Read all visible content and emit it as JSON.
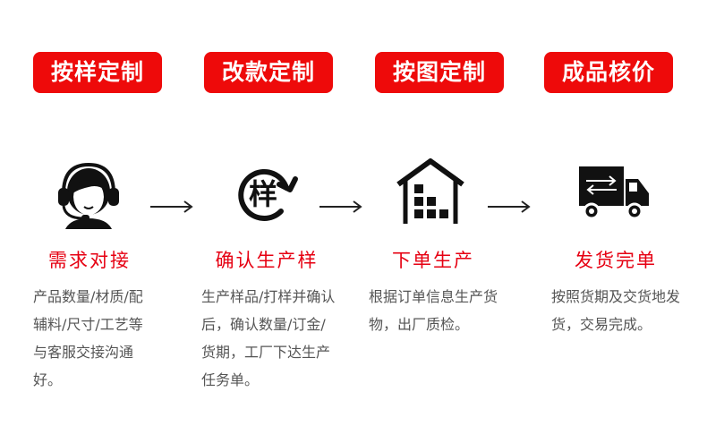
{
  "steps": [
    {
      "tag": "按样定制",
      "icon": "customer-service-headset-icon",
      "title": "需求对接",
      "desc": "产品数量/材质/配辅料/尺寸/工艺等与客服交接沟通好。"
    },
    {
      "tag": "改款定制",
      "icon": "sample-cycle-icon",
      "icon_text": "样",
      "title": "确认生产样",
      "desc": "生产样品/打样并确认后，确认数量/订金/货期，工厂下达生产任务单。"
    },
    {
      "tag": "按图定制",
      "icon": "factory-warehouse-icon",
      "title": "下单生产",
      "desc": "根据订单信息生产货物，出厂质检。"
    },
    {
      "tag": "成品核价",
      "icon": "delivery-truck-icon",
      "title": "发货完单",
      "desc": "按照货期及交货地发货，交易完成。"
    }
  ],
  "colors": {
    "accent": "#ee0a0a",
    "title": "#e60012",
    "text": "#555555",
    "icon": "#111111"
  }
}
